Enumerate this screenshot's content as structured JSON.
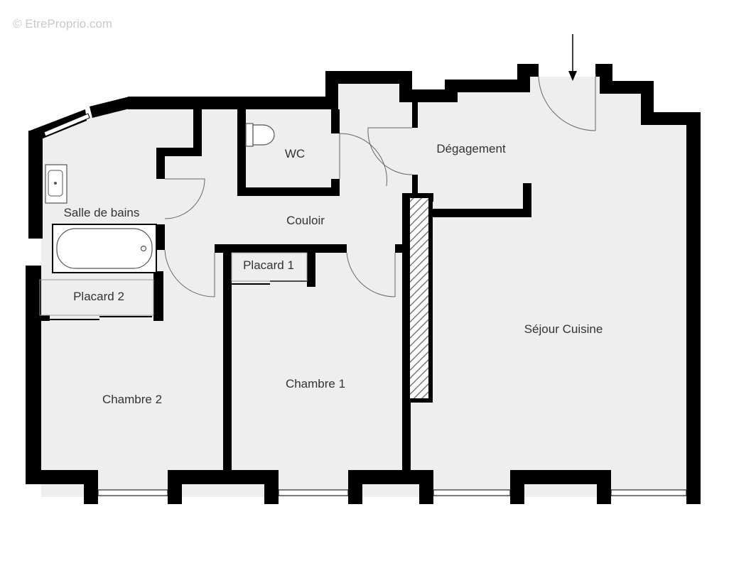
{
  "watermark": "© EtreProprio.com",
  "colors": {
    "floor": "#eeeeee",
    "wall": "#000000",
    "text": "#333333",
    "hatch": "#7a7a7a"
  },
  "rooms": {
    "salle_de_bains": "Salle de bains",
    "wc": "WC",
    "degagement": "Dégagement",
    "couloir": "Couloir",
    "placard_1": "Placard 1",
    "placard_2": "Placard 2",
    "chambre_1": "Chambre 1",
    "chambre_2": "Chambre 2",
    "sejour_cuisine": "Séjour Cuisine"
  }
}
